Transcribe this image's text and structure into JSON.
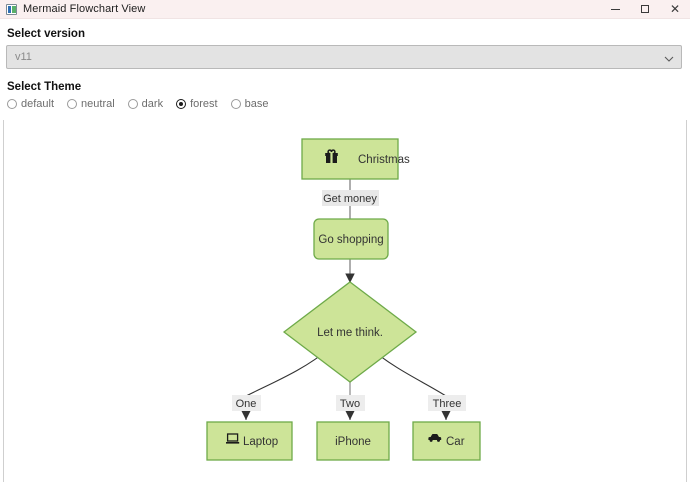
{
  "window": {
    "title": "Mermaid Flowchart View",
    "icon": "app-icon",
    "minimize_label": "Minimize",
    "maximize_label": "Maximize",
    "close_label": "Close"
  },
  "controls": {
    "version_label": "Select version",
    "version_value": "v11",
    "version_chevron": "chevron-down-icon",
    "theme_label": "Select Theme",
    "theme_options": [
      {
        "label": "default",
        "selected": false
      },
      {
        "label": "neutral",
        "selected": false
      },
      {
        "label": "dark",
        "selected": false
      },
      {
        "label": "forest",
        "selected": true
      },
      {
        "label": "base",
        "selected": false
      }
    ]
  },
  "colors": {
    "node_fill": "#cde498",
    "node_stroke": "#6eaa49",
    "edge_stroke": "#333333",
    "edge_label_bg": "#e8e8e8",
    "titlebar_bg": "#faf0f0"
  },
  "chart_data": {
    "type": "diagram",
    "diagram_kind": "flowchart",
    "direction": "TD",
    "theme": "forest",
    "nodes": [
      {
        "id": "A",
        "label": "Christmas",
        "icon": "gift-icon",
        "shape": "rect"
      },
      {
        "id": "B",
        "label": "Go shopping",
        "icon": null,
        "shape": "rounded"
      },
      {
        "id": "C",
        "label": "Let me think.",
        "icon": null,
        "shape": "diamond"
      },
      {
        "id": "D",
        "label": "Laptop",
        "icon": "laptop-icon",
        "shape": "rect"
      },
      {
        "id": "E",
        "label": "iPhone",
        "icon": null,
        "shape": "rect"
      },
      {
        "id": "F",
        "label": "Car",
        "icon": "car-icon",
        "shape": "rect"
      }
    ],
    "edges": [
      {
        "from": "A",
        "to": "B",
        "label": "Get money"
      },
      {
        "from": "B",
        "to": "C",
        "label": ""
      },
      {
        "from": "C",
        "to": "D",
        "label": "One"
      },
      {
        "from": "C",
        "to": "E",
        "label": "Two"
      },
      {
        "from": "C",
        "to": "F",
        "label": "Three"
      }
    ]
  }
}
